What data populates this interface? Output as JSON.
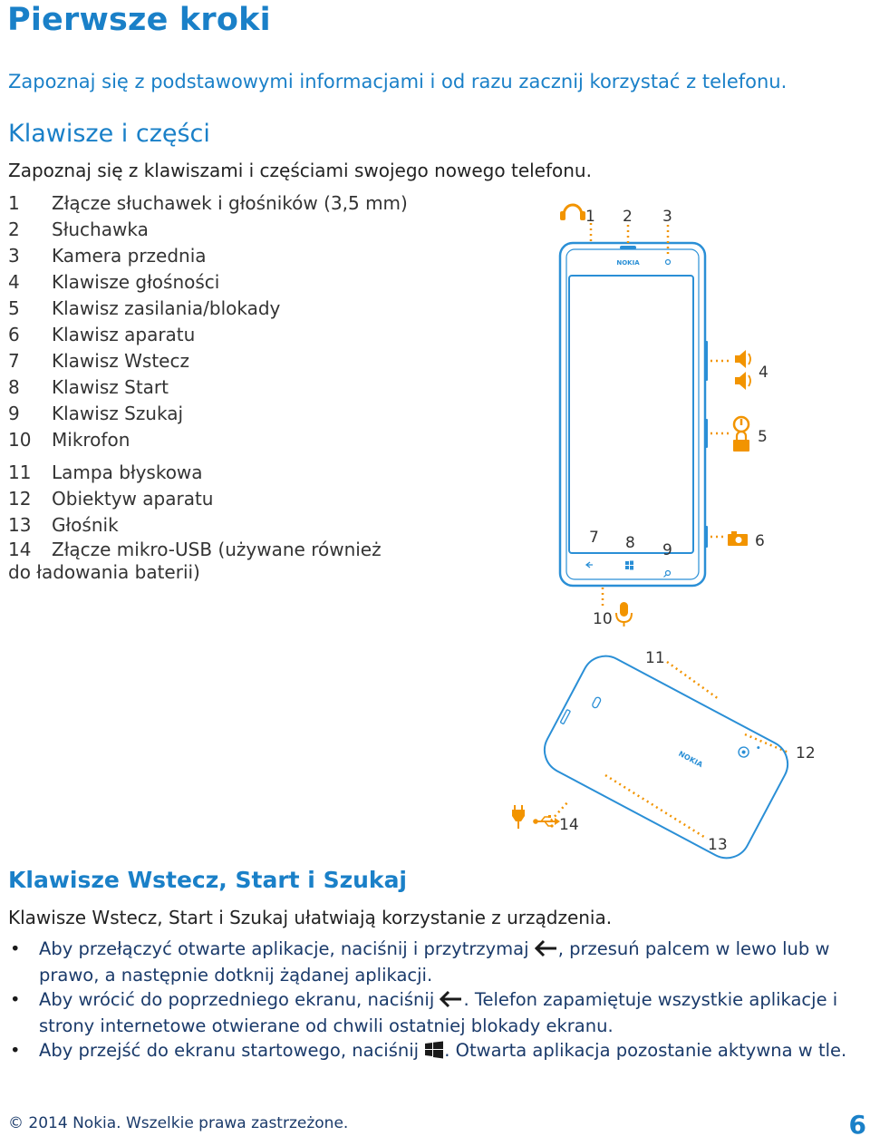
{
  "page": {
    "title": "Pierwsze kroki",
    "intro": "Zapoznaj się z podstawowymi informacjami i od razu zacznij korzystać z telefonu.",
    "section1": {
      "heading": "Klawisze i części",
      "text": "Zapoznaj się z klawiszami i częściami swojego nowego telefonu."
    },
    "parts": [
      {
        "num": "1",
        "label": "Złącze słuchawek i głośników (3,5 mm)"
      },
      {
        "num": "2",
        "label": "Słuchawka"
      },
      {
        "num": "3",
        "label": "Kamera przednia"
      },
      {
        "num": "4",
        "label": "Klawisze głośności"
      },
      {
        "num": "5",
        "label": "Klawisz zasilania/blokady"
      },
      {
        "num": "6",
        "label": "Klawisz aparatu"
      },
      {
        "num": "7",
        "label": "Klawisz Wstecz"
      },
      {
        "num": "8",
        "label": "Klawisz Start"
      },
      {
        "num": "9",
        "label": "Klawisz Szukaj"
      },
      {
        "num": "10",
        "label": "Mikrofon"
      },
      {
        "num": "11",
        "label": "Lampa błyskowa"
      },
      {
        "num": "12",
        "label": "Obiektyw aparatu"
      },
      {
        "num": "13",
        "label": "Głośnik"
      },
      {
        "num": "14",
        "label": "Złącze mikro-USB (używane również do ładowania baterii)"
      }
    ],
    "diagram": {
      "brand_front": "NOKIA",
      "brand_back": "NOKIA",
      "callouts": [
        "1",
        "2",
        "3",
        "4",
        "5",
        "6",
        "7",
        "8",
        "9",
        "10",
        "11",
        "12",
        "13",
        "14"
      ]
    },
    "section2": {
      "heading": "Klawisze Wstecz, Start i Szukaj",
      "text": "Klawisze Wstecz, Start i Szukaj ułatwiają korzystanie z urządzenia.",
      "bullets": [
        {
          "before": "Aby przełączyć otwarte aplikacje, naciśnij i przytrzymaj ",
          "icon": "back-arrow-icon",
          "after": ", przesuń palcem w lewo lub w prawo, a następnie dotknij żądanej aplikacji."
        },
        {
          "before": "Aby wrócić do poprzedniego ekranu, naciśnij ",
          "icon": "back-arrow-icon",
          "after": ". Telefon zapamiętuje wszystkie aplikacje i strony internetowe otwierane od chwili ostatniej blokady ekranu."
        },
        {
          "before": "Aby przejść do ekranu startowego, naciśnij ",
          "icon": "windows-logo-icon",
          "after": ". Otwarta aplikacja pozostanie aktywna w tle."
        }
      ]
    },
    "footer": "© 2014 Nokia. Wszelkie prawa zastrzeżone.",
    "page_number": "6",
    "colors": {
      "accent": "#1a80c8",
      "orange": "#f29400",
      "phone_blue": "#2a8fd6"
    }
  }
}
